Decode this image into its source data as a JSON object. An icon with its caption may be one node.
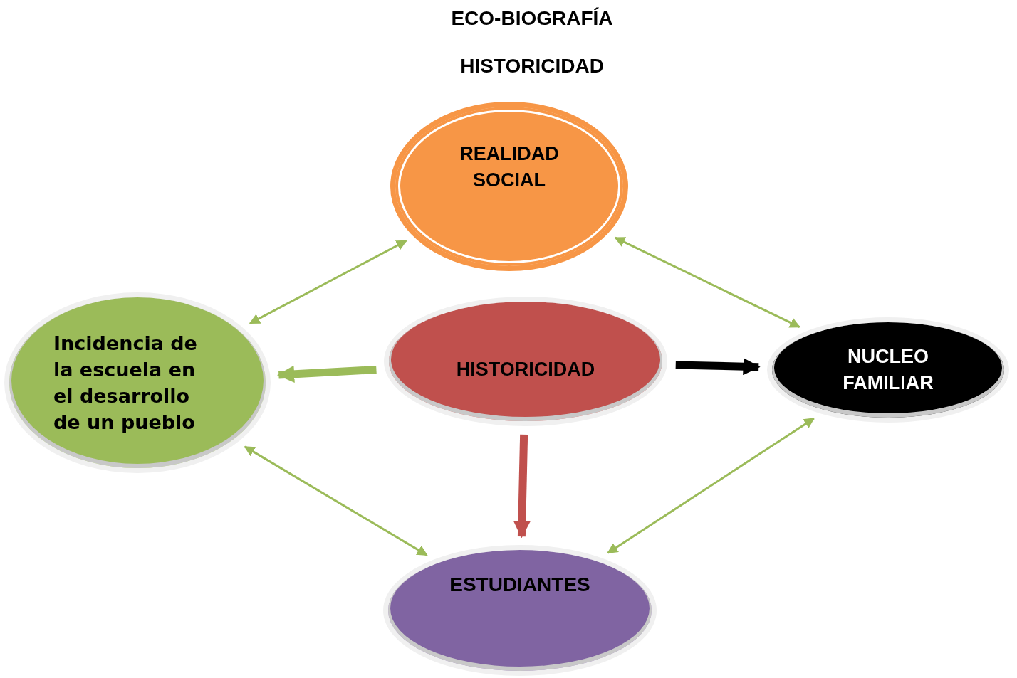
{
  "diagram": {
    "title": "ECO-BIOGRAFÍA",
    "labels": [
      "HISTORICIDAD"
    ],
    "nodes": [
      {
        "text": [
          "REALIDAD SOCIAL"
        ]
      },
      {
        "text": [
          "Incidencia de la escuela en el desarrollo de un pueblo"
        ]
      },
      {
        "text": [
          "HISTORICIDAD"
        ]
      },
      {
        "text": [
          "NUCLEO FAMILIAR"
        ]
      },
      {
        "text": [
          "ESTUDIANTES"
        ]
      }
    ],
    "edges": [
      {
        "from": 1,
        "to": 0,
        "arrow": "both"
      },
      {
        "from": 0,
        "to": 3,
        "arrow": "both"
      },
      {
        "from": 2,
        "to": 1,
        "arrow": "to",
        "style": "thick"
      },
      {
        "from": 2,
        "to": 3,
        "arrow": "to",
        "style": "thick",
        "color": "#000000"
      },
      {
        "from": 2,
        "to": 4,
        "arrow": "to",
        "style": "thick",
        "color": "#c0504d"
      },
      {
        "from": 1,
        "to": 4,
        "arrow": "both"
      },
      {
        "from": 4,
        "to": 3,
        "arrow": "both"
      }
    ]
  }
}
